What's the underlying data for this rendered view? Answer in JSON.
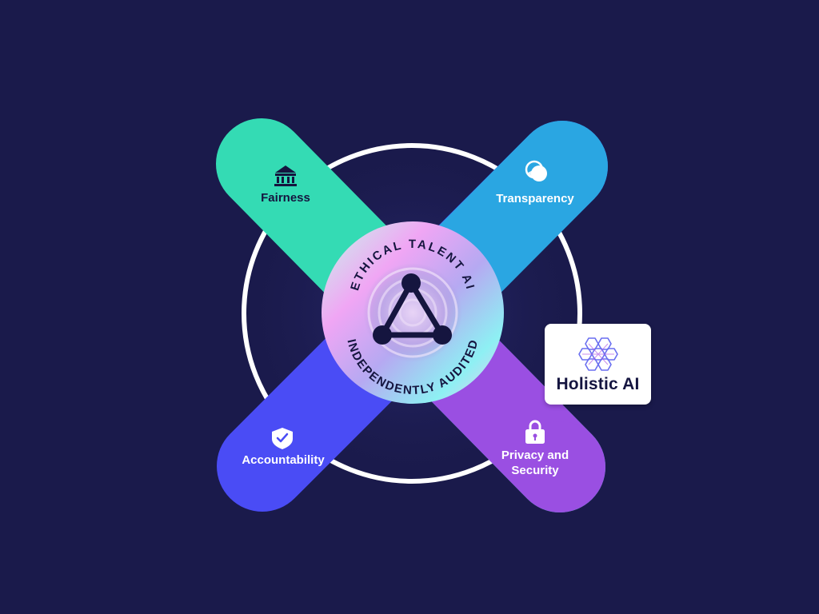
{
  "badge": {
    "top_text": "ETHICAL TALENT AI",
    "bottom_text": "INDEPENDENTLY AUDITED"
  },
  "pillars": {
    "fairness": {
      "label": "Fairness",
      "icon": "bank-icon",
      "color": "#34dbb4"
    },
    "transparency": {
      "label": "Transparency",
      "icon": "overlapping-circles-icon",
      "color": "#2aa6e2"
    },
    "accountability": {
      "label": "Accountability",
      "icon": "shield-check-icon",
      "color": "#4a4cf5"
    },
    "privacy": {
      "label_line1": "Privacy and",
      "label_line2": "Security",
      "icon": "padlock-icon",
      "color": "#9a4fe2"
    }
  },
  "brand": {
    "name": "Holistic AI",
    "logo_icon": "hexagon-cluster-icon",
    "logo_color": "#6a6ff0"
  },
  "colors": {
    "background": "#1a1a4b",
    "ring": "#ffffff",
    "text_dark": "#15153f"
  }
}
